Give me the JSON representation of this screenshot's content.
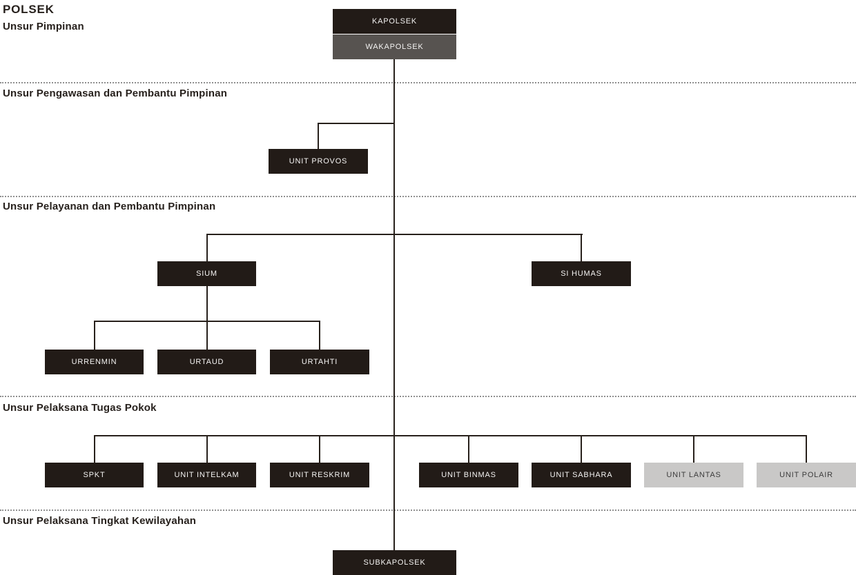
{
  "diagram": {
    "title": "POLSEK",
    "section_labels": {
      "pimpinan": "Unsur Pimpinan",
      "pengawasan": "Unsur Pengawasan dan Pembantu Pimpinan",
      "pelayanan": "Unsur Pelayanan dan Pembantu Pimpinan",
      "pelaksana_pokok": "Unsur Pelaksana Tugas Pokok",
      "kewilayahan": "Unsur Pelaksana Tingkat Kewilayahan"
    },
    "nodes": {
      "kapolsek": "KAPOLSEK",
      "wakapolsek": "WAKAPOLSEK",
      "unit_provos": "UNIT PROVOS",
      "sium": "SIUM",
      "si_humas": "SI HUMAS",
      "urrenmin": "URRENMIN",
      "urtaud": "URTAUD",
      "urtahti": "URTAHTI",
      "spkt": "SPKT",
      "unit_intelkam": "UNIT INTELKAM",
      "unit_reskrim": "UNIT RESKRIM",
      "unit_binmas": "UNIT BINMAS",
      "unit_sabhara": "UNIT SABHARA",
      "unit_lantas": "UNIT LANTAS",
      "unit_polair": "UNIT POLAIR",
      "subkapolsek": "SUBKAPOLSEK"
    },
    "colors": {
      "node_dark": "#221b17",
      "node_gray": "#575350",
      "node_light": "#c9c8c7",
      "node_text": "#f4f3f2",
      "node_light_text": "#3c3c3c",
      "line": "#27201b",
      "divider": "#8f8f8f",
      "heading_text": "#27211d",
      "background": "#ffffff"
    }
  }
}
